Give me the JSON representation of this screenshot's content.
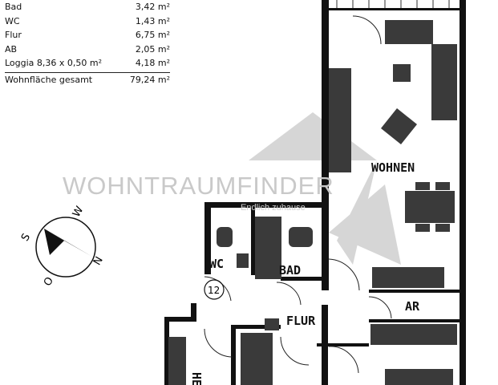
{
  "area_table": {
    "rows": [
      {
        "room": "Bad",
        "area": "3,42 m²"
      },
      {
        "room": "WC",
        "area": "1,43 m²"
      },
      {
        "room": "Flur",
        "area": "6,75 m²"
      },
      {
        "room": "AB",
        "area": "2,05 m²"
      },
      {
        "room": "Loggia 8,36 x 0,50 m²",
        "area": "4,18 m²"
      }
    ],
    "total": {
      "room": "Wohnfläche gesamt",
      "area": "79,24 m²"
    }
  },
  "watermark": {
    "brand": "WOHNTRAUMFINDER",
    "tagline": "Endlich zuhause"
  },
  "rooms": {
    "wohnen": "WOHNEN",
    "wc": "WC",
    "bad": "BAD",
    "flur": "FLUR",
    "ar": "AR",
    "kueche": "HE",
    "apartment_number": "12"
  },
  "compass": {
    "s": "S",
    "w": "W",
    "n": "N",
    "o": "O"
  },
  "colors": {
    "wall": "#111111",
    "furniture": "#3a3a3a",
    "watermark": "#c9c9c9"
  }
}
